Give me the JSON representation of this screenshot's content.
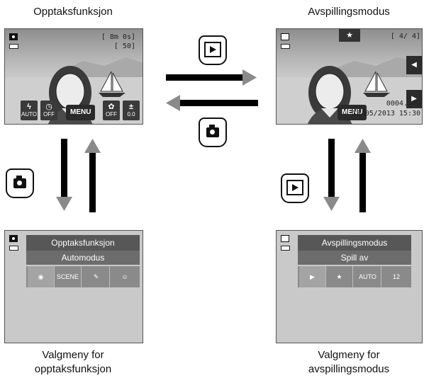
{
  "labels": {
    "top_left": "Opptaksfunksjon",
    "top_right": "Avspillingsmodus",
    "bottom_left_line1": "Valgmeny for",
    "bottom_left_line2": "opptaksfunksjon",
    "bottom_right_line1": "Valgmeny for",
    "bottom_right_line2": "avspillingsmodus"
  },
  "shooting_screen": {
    "osd_line1": "[ 8m 0s]",
    "osd_line2": "[  50]",
    "bottom_buttons": [
      {
        "icon": "flash-icon",
        "text": "AUTO"
      },
      {
        "icon": "self-timer-icon",
        "text": "OFF"
      },
      {
        "icon": "macro-icon",
        "text": "OFF"
      },
      {
        "icon": "exposure-icon",
        "text": "0.0"
      }
    ],
    "menu": "MENU"
  },
  "playback_screen": {
    "counter": "[   4/   4]",
    "favorite": "★",
    "filename": "0004.JPG",
    "datetime": "15/05/2013 15:30",
    "menu": "MENU"
  },
  "shooting_menu": {
    "header": "Opptaksfunksjon",
    "selected": "Automodus",
    "icons": [
      "auto-mode-icon",
      "scene-icon",
      "special-effects-icon",
      "smart-portrait-icon"
    ],
    "icon_glyphs": [
      "◉",
      "SCENE",
      "✎",
      "☺"
    ]
  },
  "playback_menu": {
    "header": "Avspillingsmodus",
    "selected": "Spill av",
    "icons": [
      "play-icon",
      "favorites-icon",
      "auto-sort-icon",
      "list-by-date-icon"
    ],
    "icon_glyphs": [
      "▶",
      "★",
      "AUTO",
      "12"
    ]
  },
  "colors": {
    "arrow": "#8a8a8a",
    "menu_header": "#575757"
  }
}
